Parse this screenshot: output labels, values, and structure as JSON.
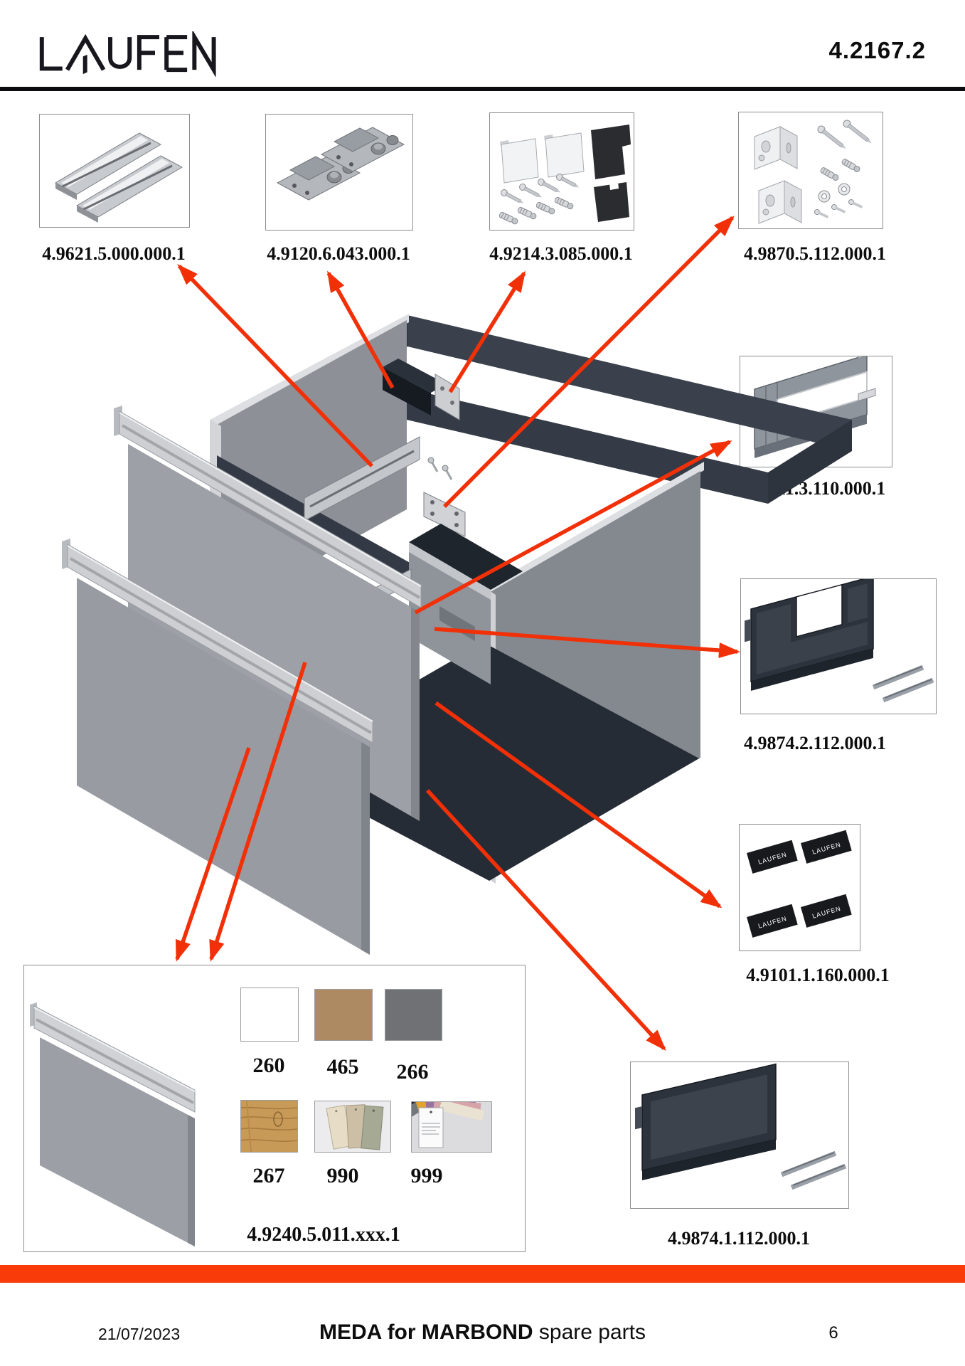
{
  "header": {
    "brand": "LAUFEN",
    "doc_number": "4.2167.2"
  },
  "catalog": {
    "top_parts": [
      {
        "id": "4.9621.5.000.000.1",
        "name": "drawer-rail-pair"
      },
      {
        "id": "4.9120.6.043.000.1",
        "name": "drawer-mechanism-pair"
      },
      {
        "id": "4.9214.3.085.000.1",
        "name": "fixation-set-plates-screws"
      },
      {
        "id": "4.9870.5.112.000.1",
        "name": "wall-bracket-set"
      }
    ],
    "side_parts": [
      {
        "id": "4.9611.3.110.000.1",
        "name": "u-shaped-organizer"
      },
      {
        "id": "4.9874.2.112.000.1",
        "name": "inner-drawer-with-rails"
      },
      {
        "id": "4.9101.1.160.000.1",
        "name": "logo-sticker-set",
        "sticker_text": "LAUFEN"
      },
      {
        "id": "4.9874.1.112.000.1",
        "name": "drawer-box-with-rails"
      }
    ],
    "front_panel": {
      "id": "4.9240.5.011.xxx.1",
      "finishes": [
        {
          "code": "260"
        },
        {
          "code": "465"
        },
        {
          "code": "266"
        },
        {
          "code": "267"
        },
        {
          "code": "990"
        },
        {
          "code": "999"
        }
      ]
    }
  },
  "footer": {
    "date": "21/07/2023",
    "product_bold": "MEDA for MARBOND",
    "suffix": " spare parts",
    "page": "6"
  },
  "colors": {
    "arrow_red": "#f23008",
    "footer_bar": "#f93b0a",
    "sticker_black": "#17191c",
    "swatch_260": "#ffffff",
    "swatch_465": "#ae8a62",
    "swatch_266": "#6f7174"
  }
}
